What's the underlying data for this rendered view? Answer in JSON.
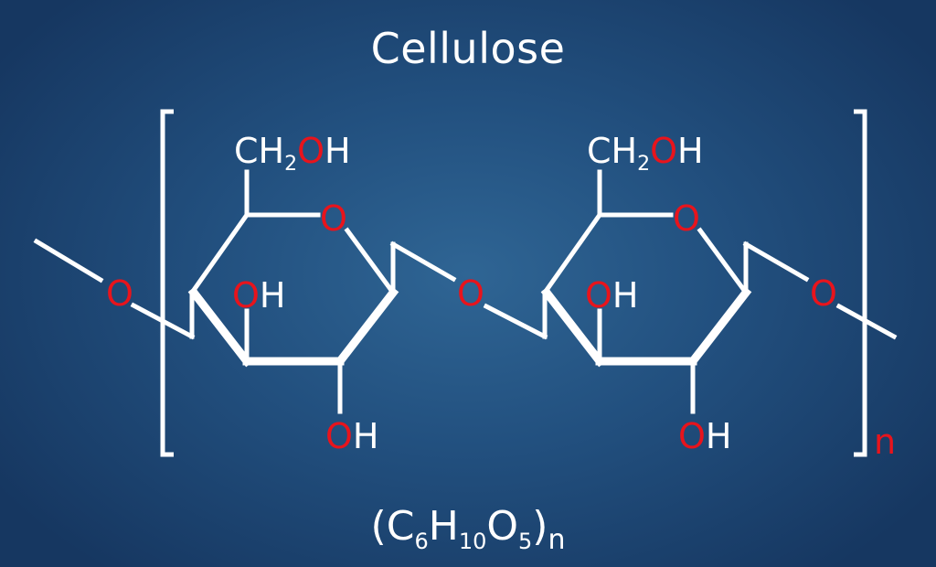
{
  "title": "Cellulose",
  "labels": {
    "ch2": "CH",
    "two": "2",
    "O": "O",
    "H": "H",
    "repeat": "n"
  },
  "formula": {
    "open": "(",
    "c": "C",
    "c_sub": "6",
    "h": "H",
    "h_sub": "10",
    "o": "O",
    "o_sub": "5",
    "close": ")",
    "n": "n"
  },
  "colors": {
    "background": "#22507f",
    "bond": "#ffffff",
    "oxygen": "#e8141c",
    "text": "#ffffff"
  }
}
